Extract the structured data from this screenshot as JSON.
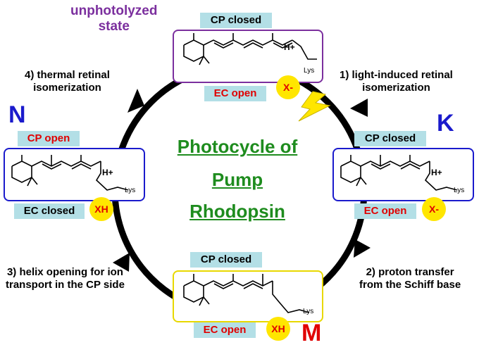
{
  "title": {
    "line1": "Photocycle of",
    "line2": "Pump",
    "line3": "Rhodopsin"
  },
  "states": {
    "unphotolyzed": {
      "caption": "unphotolyzed state",
      "caption_line1": "unphotolyzed",
      "caption_line2": "state",
      "top_tag": "CP closed",
      "bottom_tag": "EC open",
      "ion": "X-",
      "proton": "H+",
      "lys": "Lys",
      "color": "#7b2f9e"
    },
    "K": {
      "letter": "K",
      "top_tag": "CP closed",
      "bottom_tag": "EC open",
      "ion": "X-",
      "proton": "H+",
      "lys": "Lys",
      "color": "#1a1acc"
    },
    "M": {
      "letter": "M",
      "top_tag": "CP closed",
      "bottom_tag": "EC open",
      "ion": "XH",
      "lys": "Lys",
      "color": "#e8d800"
    },
    "N": {
      "letter": "N",
      "top_tag": "CP open",
      "bottom_tag": "EC closed",
      "ion": "XH",
      "proton": "H+",
      "lys": "Lys",
      "color": "#1a1acc"
    }
  },
  "steps": {
    "s1": {
      "line1": "1) light-induced retinal",
      "line2": "isomerization"
    },
    "s2": {
      "line1": "2) proton transfer",
      "line2": "from the Schiff base"
    },
    "s3": {
      "line1": "3) helix opening for ion",
      "line2": "transport in the CP side"
    },
    "s4": {
      "line1": "4) thermal retinal",
      "line2": "isomerization"
    }
  },
  "colors": {
    "title": "#1e8c1e",
    "purple": "#7b2f9e",
    "blue": "#1a1acc",
    "red": "#e00000",
    "tag_bg": "#b3dfe6",
    "ion_bg": "#ffe600",
    "lightning": "#ffe600"
  },
  "icons": {
    "light": "lightning-bolt-icon"
  }
}
